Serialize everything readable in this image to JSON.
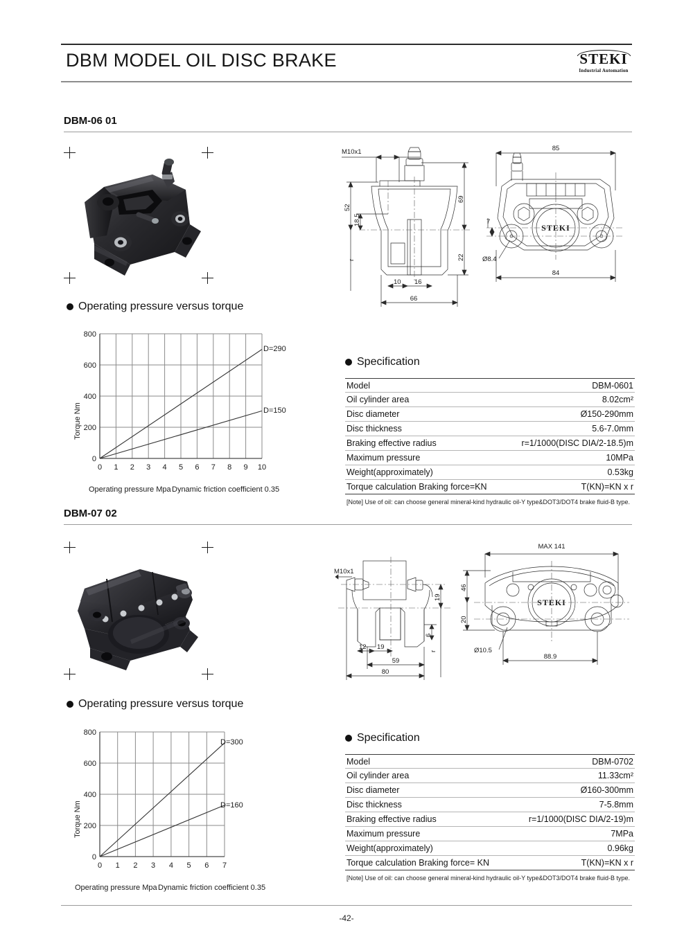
{
  "header": {
    "title": "DBM MODEL OIL DISC BRAKE",
    "logo_word": "STEKI",
    "logo_sub": "Industrial Automation"
  },
  "footer": {
    "page_number": "-42-"
  },
  "sections": [
    {
      "id": "dbm-06",
      "title": "DBM-06  01",
      "chart_heading": "Operating pressure versus torque",
      "spec_heading": "Specification",
      "photo_alt": "black hydraulic disc brake caliper DBM-06",
      "spec_rows": [
        {
          "key": "Model",
          "value": "DBM-0601"
        },
        {
          "key": "Oil cylinder area",
          "value": "8.02cm²"
        },
        {
          "key": "Disc diameter",
          "value": "Ø150-290mm"
        },
        {
          "key": "Disc thickness",
          "value": "5.6-7.0mm"
        },
        {
          "key": "Braking effective radius",
          "value": "r=1/1000(DISC DIA/2-18.5)m"
        },
        {
          "key": "Maximum pressure",
          "value": "10MPa"
        },
        {
          "key": "Weight(approximately)",
          "value": "0.53kg"
        },
        {
          "key": "Torque calculation Braking force=KN",
          "value": "T(KN)=KN x r"
        }
      ],
      "note": "[Note] Use of oil: can choose general mineral-kind hydraulic oil-Y type&DOT3/DOT4 brake fluid-B type.",
      "drawing_side": {
        "thread": "M10x1",
        "dims": [
          "52",
          "18.5",
          "r",
          "10",
          "16",
          "66",
          "69",
          "22"
        ]
      },
      "drawing_front": {
        "dims": [
          "85",
          "84",
          "7",
          "Ø8.4"
        ],
        "emboss": "STEKI"
      }
    },
    {
      "id": "dbm-07",
      "title": "DBM-07  02",
      "chart_heading": "Operating pressure versus torque",
      "spec_heading": "Specification",
      "photo_alt": "black hydraulic disc brake caliper DBM-07",
      "spec_rows": [
        {
          "key": "Model",
          "value": "DBM-0702"
        },
        {
          "key": "Oil cylinder area",
          "value": "11.33cm²"
        },
        {
          "key": "Disc diameter",
          "value": "Ø160-300mm"
        },
        {
          "key": "Disc thickness",
          "value": "7-5.8mm"
        },
        {
          "key": "Braking effective radius",
          "value": "r=1/1000(DISC DIA/2-19)m"
        },
        {
          "key": "Maximum pressure",
          "value": "7MPa"
        },
        {
          "key": "Weight(approximately)",
          "value": "0.96kg"
        },
        {
          "key": "Torque calculation Braking force= KN",
          "value": "T(KN)=KN x r"
        }
      ],
      "note": "[Note] Use of oil: can choose general mineral-kind hydraulic oil-Y type&DOT3/DOT4 brake fluid-B type.",
      "drawing_side": {
        "thread": "M10x1",
        "dims": [
          "12",
          "19",
          "59",
          "80",
          "19",
          "6",
          "r"
        ]
      },
      "drawing_front": {
        "dims": [
          "MAX 141",
          "88.9",
          "46",
          "20",
          "Ø10.5"
        ],
        "emboss": "STEKI"
      }
    }
  ],
  "chart_data": [
    {
      "type": "line",
      "title": "Operating pressure versus torque",
      "xlabel": "Operating pressure Mpa",
      "ylabel": "Torque Nm",
      "annotation": "Dynamic friction coefficient 0.35",
      "xlim": [
        0,
        10
      ],
      "ylim": [
        0,
        800
      ],
      "xticks": [
        0,
        1,
        2,
        3,
        4,
        5,
        6,
        7,
        8,
        9,
        10
      ],
      "yticks": [
        0,
        200,
        400,
        600,
        800
      ],
      "grid": true,
      "legend_position": "right-of-line-end",
      "series": [
        {
          "name": "D=290",
          "x": [
            0,
            10
          ],
          "values": [
            0,
            700
          ]
        },
        {
          "name": "D=150",
          "x": [
            0,
            10
          ],
          "values": [
            0,
            305
          ]
        }
      ]
    },
    {
      "type": "line",
      "title": "Operating pressure versus torque",
      "xlabel": "Operating pressure Mpa",
      "ylabel": "Torque Nm",
      "annotation": "Dynamic friction coefficient 0.35",
      "xlim": [
        0,
        7
      ],
      "ylim": [
        0,
        800
      ],
      "xticks": [
        0,
        1,
        2,
        3,
        4,
        5,
        6,
        7
      ],
      "yticks": [
        0,
        200,
        400,
        600,
        800
      ],
      "grid": true,
      "legend_position": "right-of-line-end",
      "series": [
        {
          "name": "D=300",
          "x": [
            0,
            7
          ],
          "values": [
            0,
            730
          ]
        },
        {
          "name": "D=160",
          "x": [
            0,
            7
          ],
          "values": [
            0,
            330
          ]
        }
      ]
    }
  ],
  "chart_axis_text": {
    "xlabel": "Operating pressure Mpa",
    "ylabel": "Torque Nm",
    "annotation": "Dynamic friction coefficient 0.35"
  }
}
